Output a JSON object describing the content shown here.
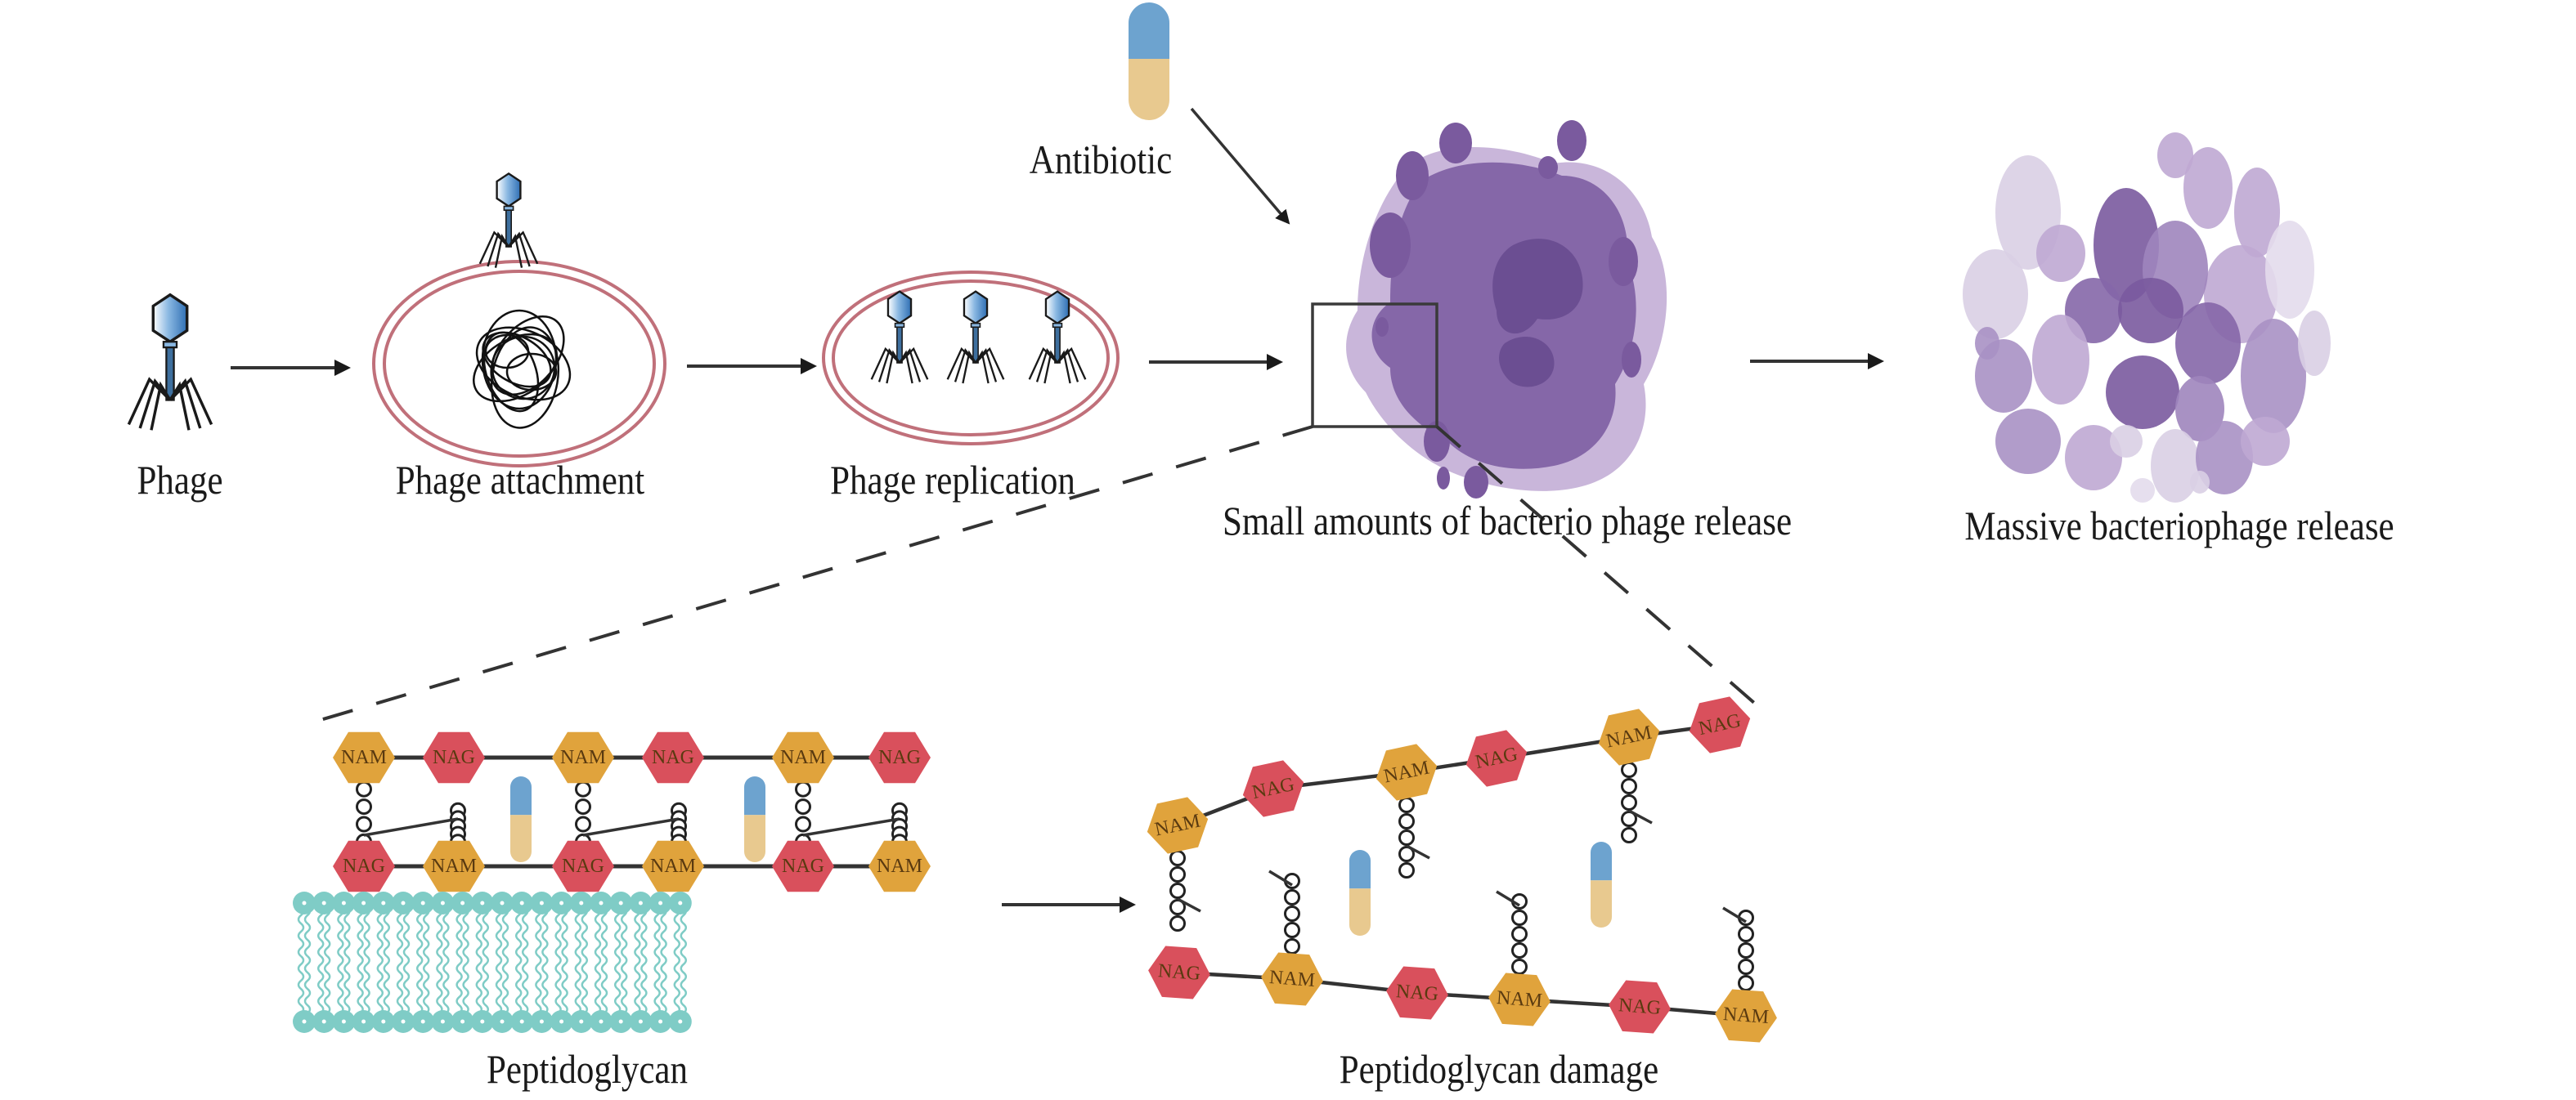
{
  "title": "Phage-antibiotic synergy mechanism",
  "labels": {
    "phage": "Phage",
    "phage_attachment": "Phage attachment",
    "phage_replication": "Phage replication",
    "antibiotic": "Antibiotic",
    "small_release": "Small amounts of bacterio phage release",
    "massive_release": "Massive bacteriophage release",
    "peptidoglycan": "Peptidoglycan",
    "peptidoglycan_damage": "Peptidoglycan damage"
  },
  "sugars": {
    "nam": "NAM",
    "nag": "NAG"
  },
  "intact_layer": {
    "top_row": [
      "NAM",
      "NAG",
      "NAM",
      "NAG",
      "NAM",
      "NAG"
    ],
    "bottom_row": [
      "NAG",
      "NAM",
      "NAG",
      "NAM",
      "NAG",
      "NAM"
    ],
    "antibiotic_count": 2,
    "membrane_lipid_count": 20
  },
  "damaged_layer": {
    "top_row": [
      "NAM",
      "NAG",
      "NAM",
      "NAG",
      "NAM",
      "NAG"
    ],
    "bottom_row": [
      "NAG",
      "NAM",
      "NAG",
      "NAM",
      "NAG",
      "NAM"
    ],
    "antibiotic_count": 2
  },
  "replication_phage_count": 3,
  "colors": {
    "nam": "#E0A33C",
    "nag": "#D9505C",
    "pill_top": "#6DA3CF",
    "pill_bottom": "#E8C98F",
    "cell_membrane": "#C0707A",
    "lysis_dark": "#7A5A9E",
    "lysis_light": "#BFA9D3",
    "lipid": "#7FCCC6",
    "phage_head": "#5A95CF"
  }
}
